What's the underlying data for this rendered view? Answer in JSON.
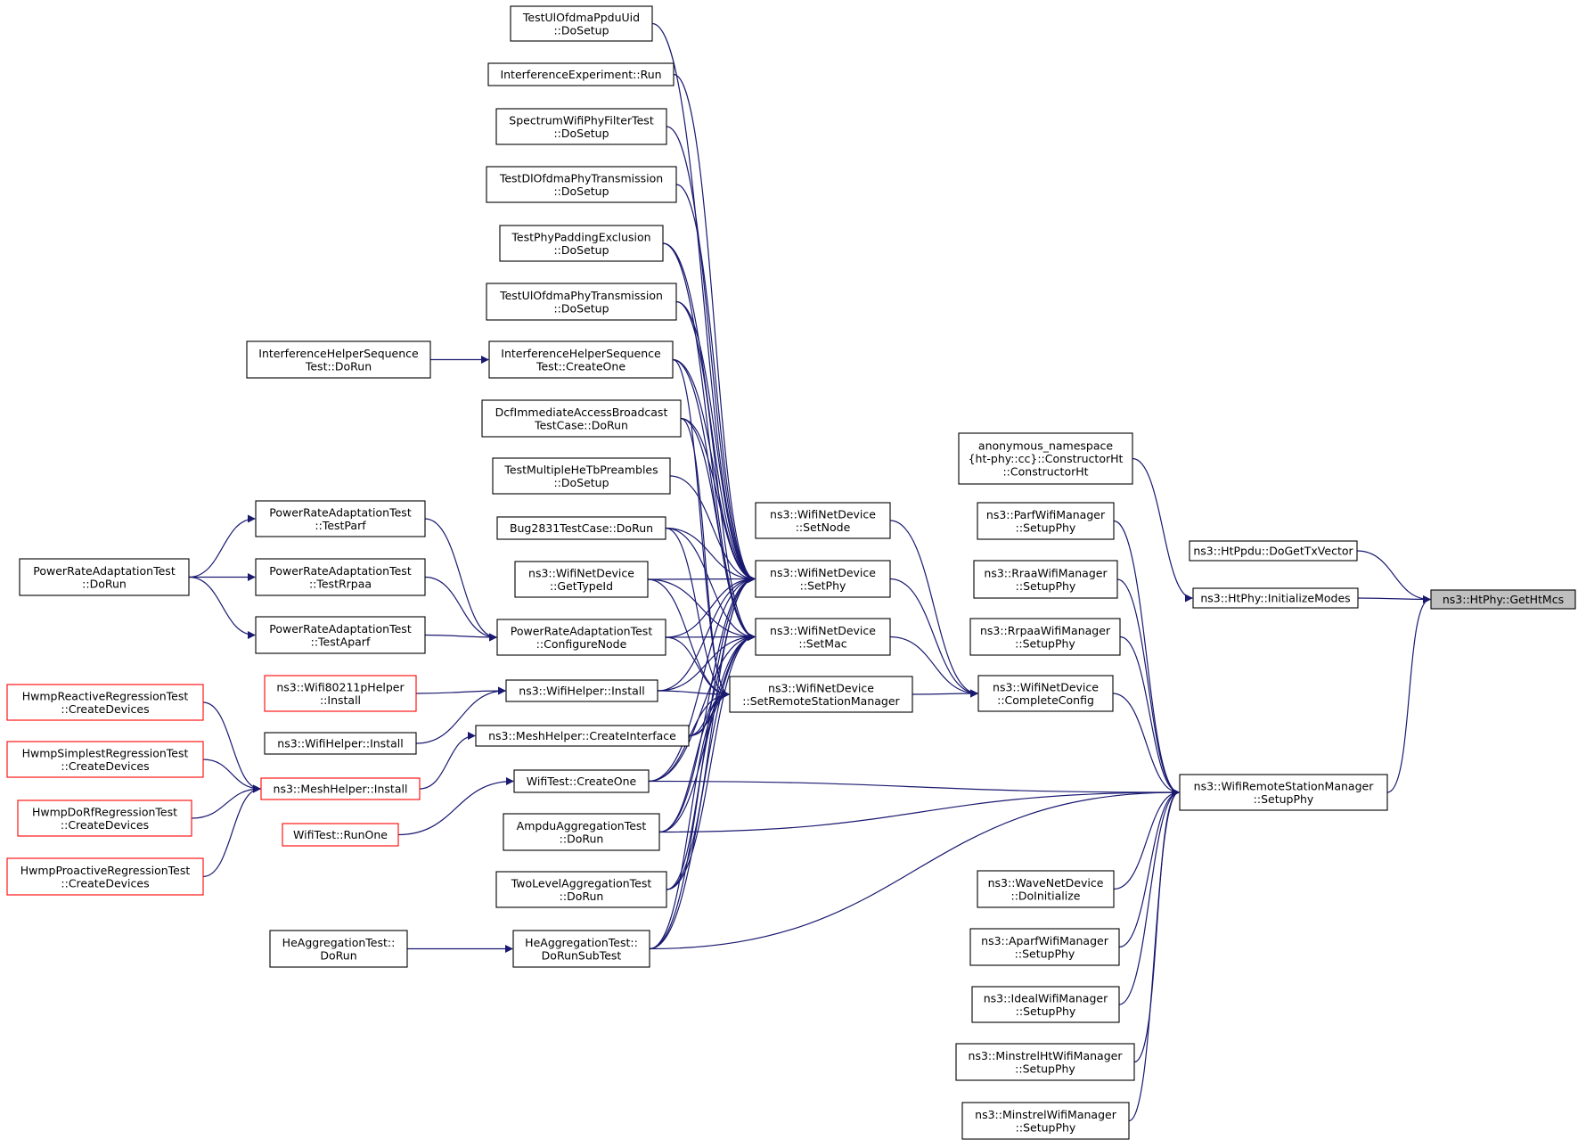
{
  "colors": {
    "edge": "#191970",
    "node_border": "#000000",
    "truncated_border": "#ff0000",
    "highlight_fill": "#bfbfbf"
  },
  "nodes": [
    {
      "id": "n_getmcs",
      "lines": [
        "ns3::HtPhy::GetHtMcs"
      ],
      "style": "highlight"
    },
    {
      "id": "n_dogettx",
      "lines": [
        "ns3::HtPpdu::DoGetTxVector"
      ],
      "style": "normal"
    },
    {
      "id": "n_initmodes",
      "lines": [
        "ns3::HtPhy::InitializeModes"
      ],
      "style": "normal"
    },
    {
      "id": "n_anon",
      "lines": [
        "anonymous_namespace",
        "{ht-phy::cc}::ConstructorHt",
        "::ConstructorHt"
      ],
      "style": "normal"
    },
    {
      "id": "n_rsm_setup",
      "lines": [
        "ns3::WifiRemoteStationManager",
        "::SetupPhy"
      ],
      "style": "normal"
    },
    {
      "id": "n_parf",
      "lines": [
        "ns3::ParfWifiManager",
        "::SetupPhy"
      ],
      "style": "normal"
    },
    {
      "id": "n_rraa",
      "lines": [
        "ns3::RraaWifiManager",
        "::SetupPhy"
      ],
      "style": "normal"
    },
    {
      "id": "n_rrpaa",
      "lines": [
        "ns3::RrpaaWifiManager",
        "::SetupPhy"
      ],
      "style": "normal"
    },
    {
      "id": "n_complete",
      "lines": [
        "ns3::WifiNetDevice",
        "::CompleteConfig"
      ],
      "style": "normal"
    },
    {
      "id": "n_wave",
      "lines": [
        "ns3::WaveNetDevice",
        "::DoInitialize"
      ],
      "style": "normal"
    },
    {
      "id": "n_aparf",
      "lines": [
        "ns3::AparfWifiManager",
        "::SetupPhy"
      ],
      "style": "normal"
    },
    {
      "id": "n_ideal",
      "lines": [
        "ns3::IdealWifiManager",
        "::SetupPhy"
      ],
      "style": "normal"
    },
    {
      "id": "n_minstrelht",
      "lines": [
        "ns3::MinstrelHtWifiManager",
        "::SetupPhy"
      ],
      "style": "normal"
    },
    {
      "id": "n_minstrel",
      "lines": [
        "ns3::MinstrelWifiManager",
        "::SetupPhy"
      ],
      "style": "normal"
    },
    {
      "id": "n_setnode",
      "lines": [
        "ns3::WifiNetDevice",
        "::SetNode"
      ],
      "style": "normal"
    },
    {
      "id": "n_setphy",
      "lines": [
        "ns3::WifiNetDevice",
        "::SetPhy"
      ],
      "style": "normal"
    },
    {
      "id": "n_setmac",
      "lines": [
        "ns3::WifiNetDevice",
        "::SetMac"
      ],
      "style": "normal"
    },
    {
      "id": "n_setrsm",
      "lines": [
        "ns3::WifiNetDevice",
        "::SetRemoteStationManager"
      ],
      "style": "normal"
    },
    {
      "id": "n_ulppdu",
      "lines": [
        "TestUlOfdmaPpduUid",
        "::DoSetup"
      ],
      "style": "normal"
    },
    {
      "id": "n_interfexp",
      "lines": [
        "InterferenceExperiment::Run"
      ],
      "style": "normal"
    },
    {
      "id": "n_specfilter",
      "lines": [
        "SpectrumWifiPhyFilterTest",
        "::DoSetup"
      ],
      "style": "normal"
    },
    {
      "id": "n_dlofdma",
      "lines": [
        "TestDlOfdmaPhyTransmission",
        "::DoSetup"
      ],
      "style": "normal"
    },
    {
      "id": "n_padding",
      "lines": [
        "TestPhyPaddingExclusion",
        "::DoSetup"
      ],
      "style": "normal"
    },
    {
      "id": "n_ulofdma",
      "lines": [
        "TestUlOfdmaPhyTransmission",
        "::DoSetup"
      ],
      "style": "normal"
    },
    {
      "id": "n_ihs_create",
      "lines": [
        "InterferenceHelperSequence",
        "Test::CreateOne"
      ],
      "style": "normal"
    },
    {
      "id": "n_ihs_run",
      "lines": [
        "InterferenceHelperSequence",
        "Test::DoRun"
      ],
      "style": "normal"
    },
    {
      "id": "n_dcf",
      "lines": [
        "DcfImmediateAccessBroadcast",
        "TestCase::DoRun"
      ],
      "style": "normal"
    },
    {
      "id": "n_multihe",
      "lines": [
        "TestMultipleHeTbPreambles",
        "::DoSetup"
      ],
      "style": "normal"
    },
    {
      "id": "n_bug2831",
      "lines": [
        "Bug2831TestCase::DoRun"
      ],
      "style": "normal"
    },
    {
      "id": "n_gettypeid",
      "lines": [
        "ns3::WifiNetDevice",
        "::GetTypeId"
      ],
      "style": "normal"
    },
    {
      "id": "n_confnode",
      "lines": [
        "PowerRateAdaptationTest",
        "::ConfigureNode"
      ],
      "style": "normal"
    },
    {
      "id": "n_wifihelper1",
      "lines": [
        "ns3::WifiHelper::Install"
      ],
      "style": "normal"
    },
    {
      "id": "n_meshcreate",
      "lines": [
        "ns3::MeshHelper::CreateInterface"
      ],
      "style": "normal"
    },
    {
      "id": "n_wificreate",
      "lines": [
        "WifiTest::CreateOne"
      ],
      "style": "normal"
    },
    {
      "id": "n_ampdu",
      "lines": [
        "AmpduAggregationTest",
        "::DoRun"
      ],
      "style": "normal"
    },
    {
      "id": "n_twolevel",
      "lines": [
        "TwoLevelAggregationTest",
        "::DoRun"
      ],
      "style": "normal"
    },
    {
      "id": "n_hesub",
      "lines": [
        "HeAggregationTest::",
        "DoRunSubTest"
      ],
      "style": "normal"
    },
    {
      "id": "n_herun",
      "lines": [
        "HeAggregationTest::",
        "DoRun"
      ],
      "style": "normal"
    },
    {
      "id": "n_testparf",
      "lines": [
        "PowerRateAdaptationTest",
        "::TestParf"
      ],
      "style": "normal"
    },
    {
      "id": "n_testrrpaa",
      "lines": [
        "PowerRateAdaptationTest",
        "::TestRrpaa"
      ],
      "style": "normal"
    },
    {
      "id": "n_testaparf",
      "lines": [
        "PowerRateAdaptationTest",
        "::TestAparf"
      ],
      "style": "normal"
    },
    {
      "id": "n_pra_run",
      "lines": [
        "PowerRateAdaptationTest",
        "::DoRun"
      ],
      "style": "normal"
    },
    {
      "id": "n_80211p",
      "lines": [
        "ns3::Wifi80211pHelper",
        "::Install"
      ],
      "style": "truncated"
    },
    {
      "id": "n_wifihelper2",
      "lines": [
        "ns3::WifiHelper::Install"
      ],
      "style": "normal"
    },
    {
      "id": "n_meshinstall",
      "lines": [
        "ns3::MeshHelper::Install"
      ],
      "style": "truncated"
    },
    {
      "id": "n_runone",
      "lines": [
        "WifiTest::RunOne"
      ],
      "style": "truncated"
    },
    {
      "id": "n_hwmp_react",
      "lines": [
        "HwmpReactiveRegressionTest",
        "::CreateDevices"
      ],
      "style": "truncated"
    },
    {
      "id": "n_hwmp_simple",
      "lines": [
        "HwmpSimplestRegressionTest",
        "::CreateDevices"
      ],
      "style": "truncated"
    },
    {
      "id": "n_hwmp_dorf",
      "lines": [
        "HwmpDoRfRegressionTest",
        "::CreateDevices"
      ],
      "style": "truncated"
    },
    {
      "id": "n_hwmp_proact",
      "lines": [
        "HwmpProactiveRegressionTest",
        "::CreateDevices"
      ],
      "style": "truncated"
    }
  ]
}
